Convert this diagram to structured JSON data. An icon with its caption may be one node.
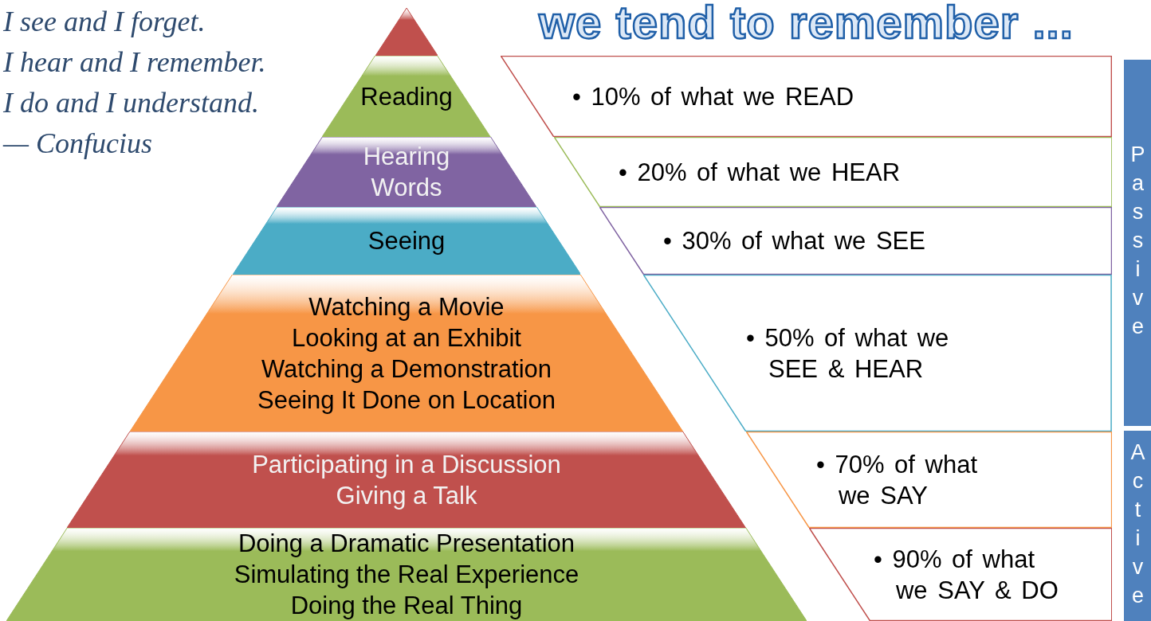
{
  "diagram": {
    "title": "we tend to remember ...",
    "nodes": [
      {
        "text": [],
        "shape": "triangle"
      },
      {
        "text": [
          "Reading"
        ]
      },
      {
        "text": [
          "Hearing Words"
        ]
      },
      {
        "text": [
          "Seeing"
        ]
      },
      {
        "text": [
          "Watching a Movie",
          "Looking at an Exhibit",
          "Watching a Demonstration",
          "Seeing It Done on Location"
        ]
      },
      {
        "text": [
          "Participating in a Discussion",
          "Giving a Talk"
        ]
      },
      {
        "text": [
          "Doing a Dramatic Presentation",
          "Simulating the Real Experience",
          "Doing the Real Thing"
        ]
      },
      {
        "text": [
          "• 10% of what we READ"
        ]
      },
      {
        "text": [
          "• 20% of what we HEAR"
        ]
      },
      {
        "text": [
          "• 30% of what we SEE"
        ]
      },
      {
        "text": [
          "• 50% of what we SEE & HEAR"
        ]
      },
      {
        "text": [
          "• 70% of what we SAY"
        ]
      },
      {
        "text": [
          "• 90% of what we SAY & DO"
        ]
      },
      {
        "text": [
          "Passive"
        ]
      },
      {
        "text": [
          "Active"
        ]
      }
    ],
    "labels": [
      "I see and I forget.",
      "I hear and I remember.",
      "I do and I understand.",
      "— Confucius"
    ]
  }
}
